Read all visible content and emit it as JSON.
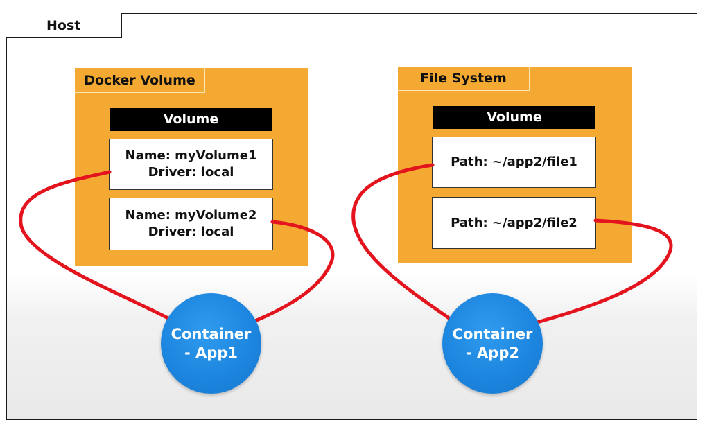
{
  "host": {
    "label": "Host"
  },
  "docker_volume": {
    "title": "Docker Volume",
    "volume_header": "Volume",
    "volumes": [
      {
        "name": "Name: myVolume1",
        "driver": "Driver: local"
      },
      {
        "name": "Name: myVolume2",
        "driver": "Driver: local"
      }
    ]
  },
  "file_system": {
    "title": "File System",
    "volume_header": "Volume",
    "paths": [
      {
        "path": "Path: ~/app2/file1"
      },
      {
        "path": "Path: ~/app2/file2"
      }
    ]
  },
  "containers": [
    {
      "line1": "Container",
      "line2": "- App1"
    },
    {
      "line1": "Container",
      "line2": "- App2"
    }
  ],
  "colors": {
    "panel": "#f4aa32",
    "link": "#e3141d",
    "container": "#1d86df"
  }
}
